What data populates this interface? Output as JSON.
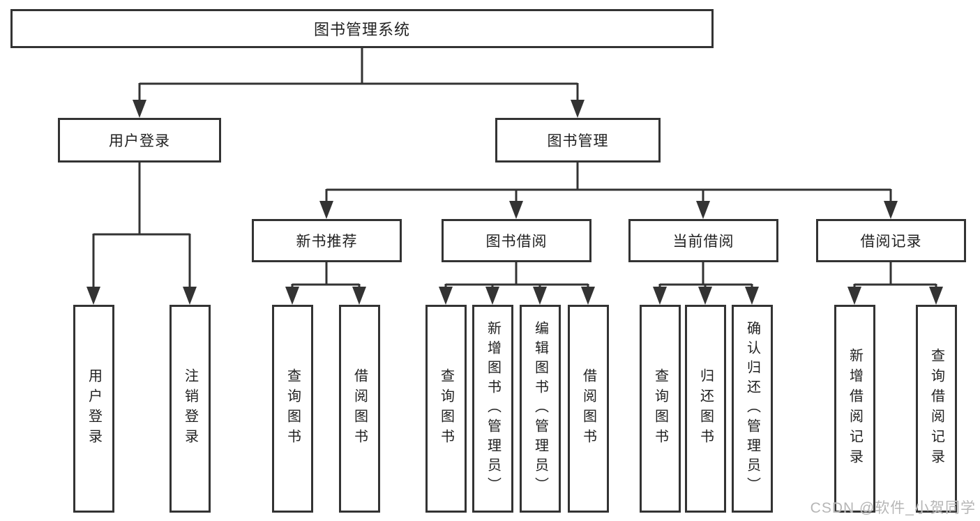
{
  "diagram": {
    "root": "图书管理系统",
    "level2": {
      "user_login": "用户登录",
      "book_management": "图书管理"
    },
    "level3": {
      "new_book_recommend": "新书推荐",
      "book_borrow": "图书借阅",
      "current_borrow": "当前借阅",
      "borrow_records": "借阅记录"
    },
    "leaves": {
      "user_login": [
        "用户登录",
        "注销登录"
      ],
      "new_book_recommend": [
        "查询图书",
        "借阅图书"
      ],
      "book_borrow": [
        "查询图书",
        "新增图书（管理员）",
        "编辑图书（管理员）",
        "借阅图书"
      ],
      "current_borrow": [
        "查询图书",
        "归还图书",
        "确认归还（管理员）"
      ],
      "borrow_records": [
        "新增借阅记录",
        "查询借阅记录"
      ]
    }
  },
  "watermark": "CSDN @软件_小贺同学",
  "colors": {
    "line": "#333333",
    "text": "#212121",
    "watermark": "#b6b6b6",
    "background": "#ffffff"
  }
}
